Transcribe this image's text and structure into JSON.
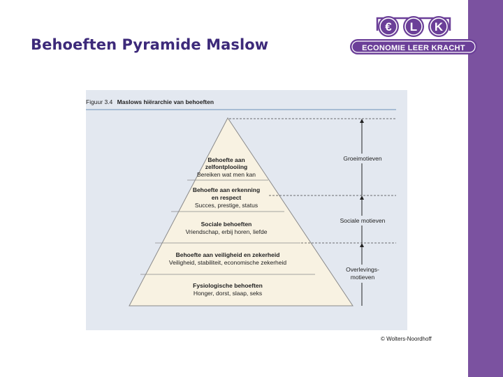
{
  "slide": {
    "title": "Behoeften Pyramide Maslow"
  },
  "logo": {
    "letters": [
      "€",
      "L",
      "K"
    ],
    "tagline": "ECONOMIE LEER KRACHT"
  },
  "figure": {
    "number": "Figuur 3.4",
    "caption": "Maslows hiërarchie van behoeften",
    "levels": [
      {
        "title_lines": [
          "Behoefte aan",
          "zelfontplooiing"
        ],
        "subtitle": "Bereiken wat men kan"
      },
      {
        "title_lines": [
          "Behoefte aan erkenning",
          "en respect"
        ],
        "subtitle": "Succes, prestige, status"
      },
      {
        "title_lines": [
          "Sociale behoeften"
        ],
        "subtitle": "Vriendschap, erbij horen, liefde"
      },
      {
        "title_lines": [
          "Behoefte aan veiligheid en zekerheid"
        ],
        "subtitle": "Veiligheid, stabiliteit, economische zekerheid"
      },
      {
        "title_lines": [
          "Fysiologische behoeften"
        ],
        "subtitle": "Honger, dorst, slaap, seks"
      }
    ],
    "motive_labels": [
      {
        "lines": [
          "Groeimotieven"
        ]
      },
      {
        "lines": [
          "Sociale motieven"
        ]
      },
      {
        "lines": [
          "Overlevings-",
          "motieven"
        ]
      }
    ],
    "credit": "© Wolters-Noordhoff"
  },
  "colors": {
    "title": "#3d2a7a",
    "accent_bar": "#7b52a0",
    "logo_purple": "#6b3f98",
    "panel_background": "#e3e8f0",
    "pyramid_fill": "#f8f2e2",
    "caption_rule": "#6b8fb8"
  }
}
